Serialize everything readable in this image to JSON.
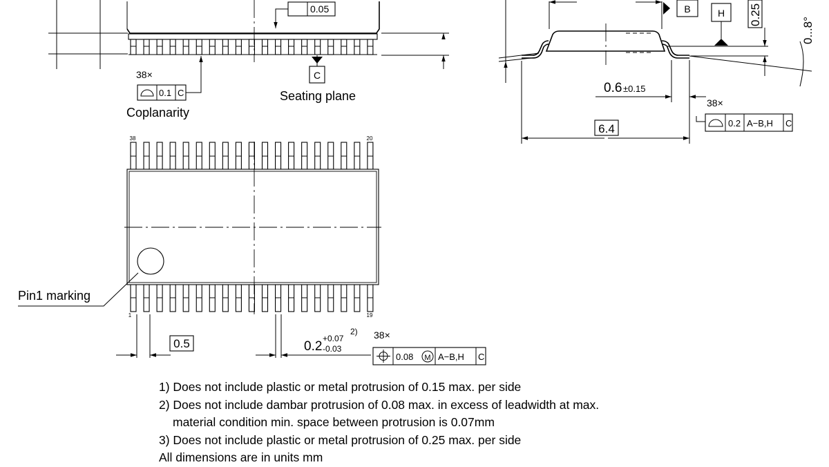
{
  "labels": {
    "tol_005": "0.05",
    "ref_c": "C",
    "seating_plane": "Seating plane",
    "count_38x": "38×",
    "coplanarity_value": "0.1",
    "coplanarity_ref": "C",
    "coplanarity": "Coplanarity",
    "ref_b": "B",
    "ref_h": "H",
    "gauge_dim": "0.25",
    "angle": "0...8°",
    "lead_length": "0.6",
    "lead_length_tol": "±0.15",
    "width_64": "6.4",
    "profile_value": "0.2",
    "profile_ref": "A−B,H",
    "profile_ref_c": "C",
    "pin_top_right": "20",
    "pin_top_left": "38",
    "pin_bottom_left": "1",
    "pin_bottom_right": "19",
    "pin1_marking": "Pin1 marking",
    "pitch": "0.5",
    "lead_width": "0.2",
    "lead_width_plus": "+0.07",
    "lead_width_minus": "-0.03",
    "lead_width_note": "2)",
    "position_value": "0.08",
    "position_ref": "A−B,H",
    "position_ref_c": "C",
    "mmc": "M"
  },
  "notes": [
    "1) Does not include plastic or metal protrusion of 0.15 max. per side",
    "2) Does not include dambar protrusion of 0.08 max. in excess of leadwidth at max.",
    "material condition min. space between protrusion is 0.07mm",
    "3) Does not include plastic or metal protrusion of 0.25 max. per side",
    "All dimensions are in units mm"
  ]
}
